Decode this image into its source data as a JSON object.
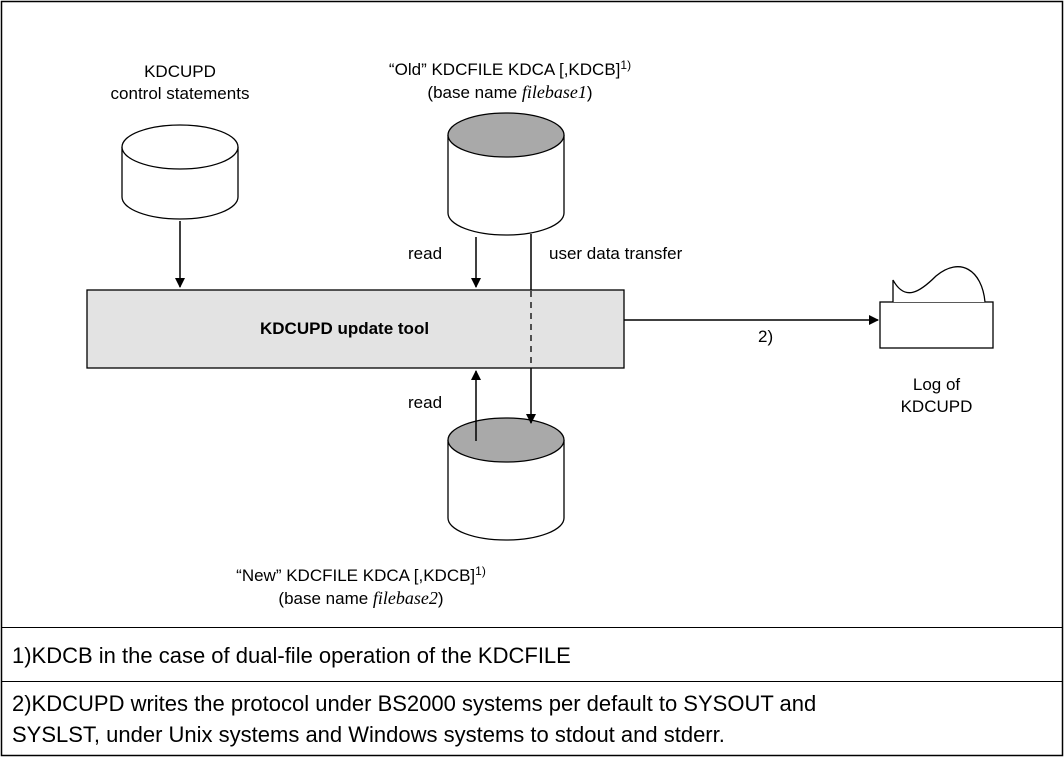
{
  "diagram": {
    "control": {
      "title": "KDCUPD",
      "subtitle": "control statements"
    },
    "old_file": {
      "quote_open": "“",
      "quote_word": "Old",
      "quote_close": "”",
      "title": " KDCFILE KDCA [,KDCB]",
      "sup": "1)",
      "base_prefix": "(base name ",
      "base_italic": "filebase1",
      "base_suffix": ")"
    },
    "new_file": {
      "quote_open": "“",
      "quote_word": "New",
      "quote_close": "”",
      "title": " KDCFILE KDCA [,KDCB]",
      "sup": "1)",
      "base_prefix": "(base name ",
      "base_italic": "filebase2",
      "base_suffix": ")"
    },
    "tool_label": "KDCUPD update tool",
    "read_top": "read",
    "read_bottom": "read",
    "transfer_label": "user data transfer",
    "log_arrow_label": "2)",
    "log_label_line1": "Log of",
    "log_label_line2": "KDCUPD",
    "colors": {
      "tool_fill": "#e3e3e3",
      "cylinder_top_fill": "#a9a9a9",
      "stroke": "#000000"
    }
  },
  "footnotes": {
    "note1": "1)KDCB in the case of dual-file operation of the KDCFILE",
    "note2_line1": "2)KDCUPD writes the protocol under BS2000 systems per default to SYSOUT and",
    "note2_line2": "SYSLST, under Unix systems and Windows systems to stdout and stderr."
  }
}
